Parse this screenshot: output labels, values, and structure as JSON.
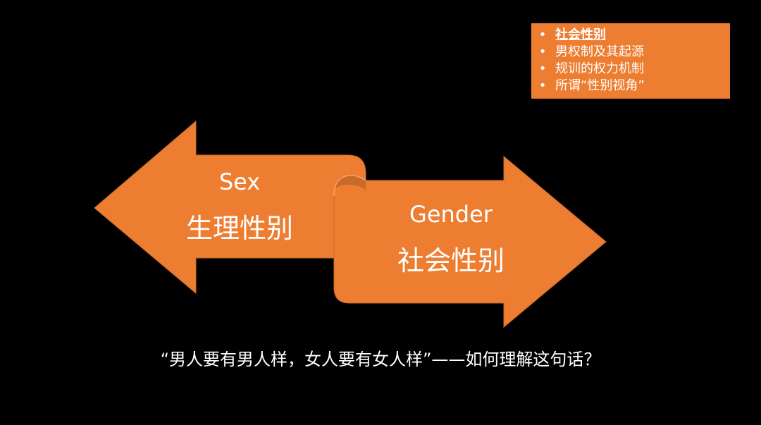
{
  "agenda": {
    "items": [
      {
        "bullet": "•",
        "text": "社会性别",
        "active": true
      },
      {
        "bullet": "•",
        "text": "男权制及其起源",
        "active": false
      },
      {
        "bullet": "•",
        "text": "规训的权力机制",
        "active": false
      },
      {
        "bullet": "•",
        "text": "所谓“性别视角”",
        "active": false
      }
    ]
  },
  "left_arrow": {
    "english": "Sex",
    "chinese": "生理性别"
  },
  "right_arrow": {
    "english": "Gender",
    "chinese": "社会性别"
  },
  "caption": "“男人要有男人样，女人要有女人样”——如何理解这句话？",
  "colors": {
    "background": "#000000",
    "accent": "#ED7D31",
    "fold_shadow": "#C96A28",
    "text": "#FFFFFF"
  }
}
